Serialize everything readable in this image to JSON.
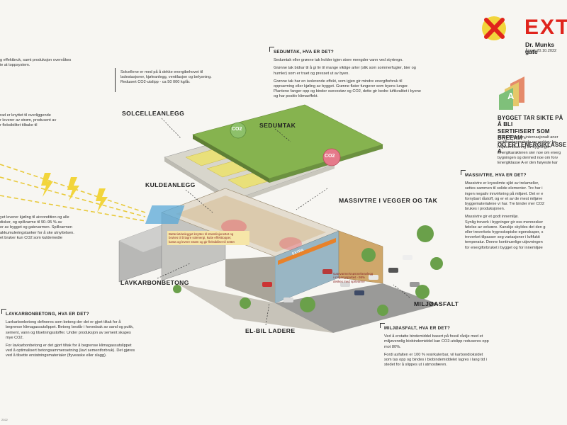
{
  "brand": {
    "name": "EXT",
    "store": "Dr. Munks gate",
    "opened": "Åpnet 20.10.2022",
    "energy_class": "A"
  },
  "labels": {
    "solcelle": "SOLCELLEANLEGG",
    "sedumtak": "SEDUMTAK",
    "kuldeanlegg": "KULDEANLEGG",
    "massivtre": "MASSIVTRE I VEGGER OG TAK",
    "lavkarbon": "LAVKARBONBETONG",
    "miljoasfalt": "MILJØASFALT",
    "elbil": "EL-BIL LADERE",
    "co2": "CO2"
  },
  "breeam": {
    "title_lines": [
      "BYGGET TAR SIKTE PÅ Å BLI",
      "SERTIFISERT SOM BREEAM - ",
      "OG ER I ENERGIKLASSE A"
    ],
    "text": [
      "BREEAM er en internasjonalt aner",
      "sertifiseringmetode og verktøy for",
      "miljøsertifisering av bygninger.",
      "Energikarakteren sier noe om energ",
      "bygningen og dermed noe om forv",
      "Energiklasse A er den høyeste kar"
    ]
  },
  "top_left": {
    "lines": [
      "g effektbruk, samt produksjon overvåkes",
      "ie at toppsystem."
    ]
  },
  "solar_text": {
    "lines": [
      "Solcellene er med på å dekke energibehovet til",
      "ladestasjoner, kjøleanlegg, ventilasjon og belysning.",
      "Redusert CO2-utslipp - ca 50 000 kg/år."
    ]
  },
  "left_mid": {
    "lines": [
      "rad er knyttet til overliggende",
      "r leverer av strøm, produsent av",
      "r fleksibilitet tilbake til"
    ]
  },
  "left_cool": {
    "lines": [
      "yet leverer kjøling til aircondition og alle",
      "disker, og spillvarme til 90–95 % av",
      "er av bygget og gatevarmen. Spillvarmen",
      "akkumuleringstanker for å ske utnyttelsen.",
      "et bruker kun CO2 som kuldemedie"
    ]
  },
  "sedum_text": {
    "heading": "SEDUMTAK, HVA ER DET?",
    "paragraphs": [
      [
        "Sedumtak eller grønne tak holder igjen store mengder vann ved styrtregn."
      ],
      [
        "Grønne tak bidrar til å gi liv til mange viktige arter (slik som sommerfugler, bier og",
        "humler) som er truet og presset ut av byen."
      ],
      [
        "Grønne tak har en isolerende effekt, som igjen gir mindre energiforbruk til",
        "oppvarming eller kjøling av bygget. Grønne flater fungerer som byens lunger.",
        "Plantene fanger opp og binder svevestøv og CO2, dette gir bedre luftkvalitet i byene",
        "og har positiv klimaeffekt."
      ]
    ]
  },
  "massiv_text": {
    "heading": "MASSIVTRE, HVA ER DET?",
    "paragraphs": [
      [
        "Massivtre er krysslimte sjikt av trelameller,",
        "settes sammen til solide elementer. Tre har i",
        "ingen negativ innvirkning på miljøet. Det er e",
        "fornybart råstoff, og er et av de mest miljøve",
        "byggematerialene vi har. Tre binder mer CO2",
        "brukes i produksjonen."
      ],
      [
        "Massivtre gir et godt innemiljø.",
        "Synlig treverk i bygninger gir oss mennesker",
        "følelse av velvære. Kanskje skyldes det den g",
        "eller treverkets hygroskopiske egenskaper, s",
        "treverket tilpasser seg variasjoner i luftfukti",
        "temperatur. Denne kontinuerlige utjevningen",
        "for energiforbruket i bygget og for innemiljøe"
      ]
    ]
  },
  "lavkarbon_text": {
    "heading": "LAVKARBONBETONG, HVA ER DET?",
    "paragraphs": [
      [
        "Lavkarbonbetong defineres som betong der det er gjort tiltak for å",
        "begrense klimagassutslippet. Betong består i hovedsak av sand og pukk,",
        "sement, vann og tilsetningsstoffer. Under produksjon av sement skapes",
        "mye CO2."
      ],
      [
        "For lavkarbonbetong er det gjort tiltak for å begrense klimagassutslippet",
        "ved å optimalisert betongsammensetning (lavt sementforbruk). Det gjøres",
        "ved å tilsette erstatningsmaterialer (flyveaske eller slagg)."
      ]
    ]
  },
  "asfalt_text": {
    "heading": "MILJØASFALT, HVA ER DET?",
    "paragraphs": [
      [
        "Ved å erstatte bindemiddel basert på fossil råolje med et",
        "miljøvennlig biobindemiddel kan CO2-utslipp reduseres opp",
        "mot 80%."
      ],
      [
        "Fordi asfalten er 100 % resirkulerbar, vil karbondioksidet",
        "som tas opp og bindes i biobindemiddelet lagres i lang tid i",
        "stedet for å slippes ut i atmosfæren."
      ]
    ]
  },
  "battery_caption": {
    "lines": [
      "Batteriet/anlegget knyttes til strømlinjenettet og",
      "brukes til å lagre solenergi, kutte effekttopper,",
      "kanta og levere strøm og gir fleksibilitet til nettet"
    ]
  },
  "snow_caption": {
    "lines": [
      "Gatevarme/snøsmelteanlegg",
      "i inngangspartiet - 95%",
      "dekkes med spillvarme"
    ]
  },
  "store_sign": "EXTRA",
  "footer": "2022"
}
